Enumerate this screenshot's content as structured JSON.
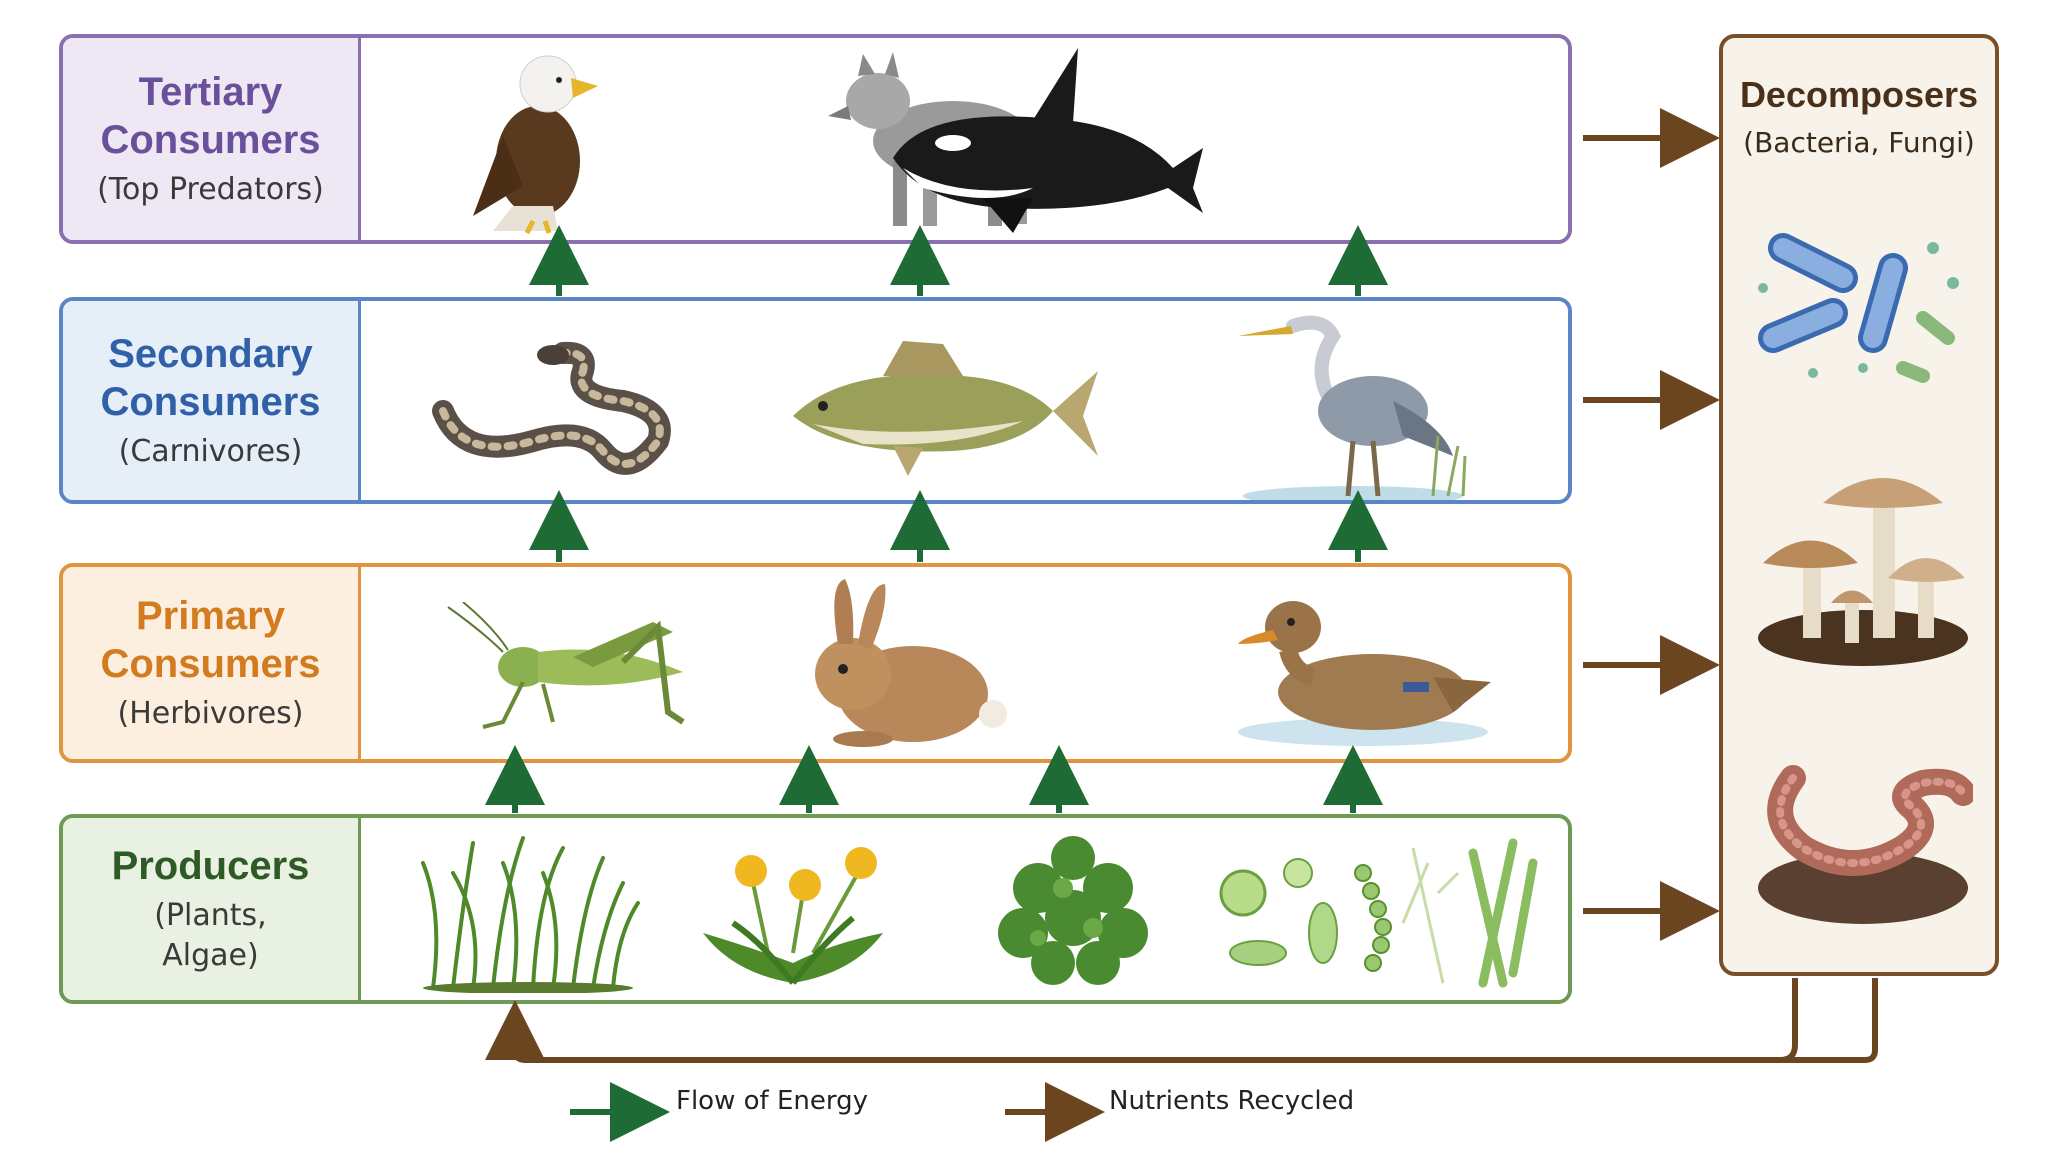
{
  "tiers": {
    "tertiary": {
      "title1": "Tertiary",
      "title2": "Consumers",
      "subtitle": "(Top Predators)"
    },
    "secondary": {
      "title1": "Secondary",
      "title2": "Consumers",
      "subtitle": "(Carnivores)"
    },
    "primary": {
      "title1": "Primary",
      "title2": "Consumers",
      "subtitle": "(Herbivores)"
    },
    "producers": {
      "title1": "Producers",
      "subtitle1": "(Plants,",
      "subtitle2": "Algae)"
    }
  },
  "decomposers": {
    "title": "Decomposers",
    "subtitle": "(Bacteria, Fungi)"
  },
  "legend": {
    "energy": "Flow of Energy",
    "nutrients": "Nutrients Recycled"
  },
  "colors": {
    "energy_arrow": "#1e6b35",
    "nutrient_arrow": "#6b4420",
    "tertiary": "#8a70b0",
    "secondary": "#5a86c6",
    "primary": "#e09440",
    "producers": "#6e9a55",
    "decomposers": "#7a4f28"
  }
}
